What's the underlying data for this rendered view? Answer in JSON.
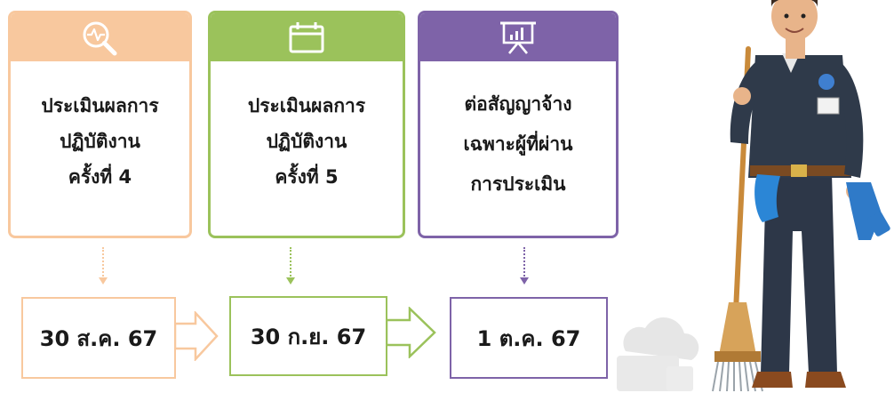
{
  "steps": [
    {
      "lines": [
        "ประเมินผลการ",
        "ปฏิบัติงาน",
        "ครั้งที่ 4"
      ],
      "date": "30 ส.ค. 67",
      "icon": "magnifier-pulse-icon",
      "color": "#f8c89e"
    },
    {
      "lines": [
        "ประเมินผลการ",
        "ปฏิบัติงาน",
        "ครั้งที่ 5"
      ],
      "date": "30 ก.ย. 67",
      "icon": "calendar-icon",
      "color": "#9bc25b"
    },
    {
      "lines": [
        "ต่อสัญญาจ้าง",
        "เฉพาะผู้ที่ผ่าน",
        "การประเมิน"
      ],
      "date": "1 ต.ค. 67",
      "icon": "presentation-board-icon",
      "color": "#7e63a8"
    }
  ],
  "illustration": "janitor-with-broom"
}
